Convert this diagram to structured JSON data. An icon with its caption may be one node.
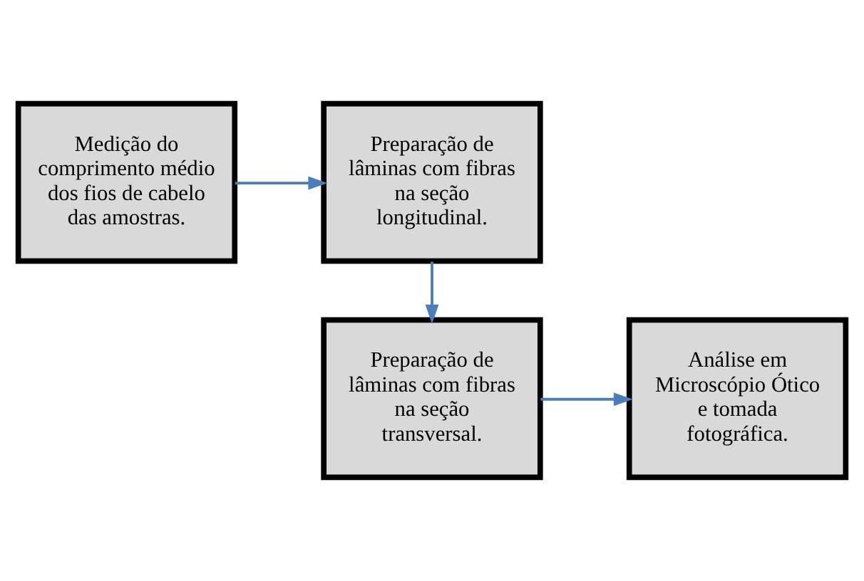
{
  "diagram": {
    "nodes": [
      {
        "text": [
          "Medição do comprimento médio dos fios de cabelo das amostras."
        ]
      },
      {
        "text": [
          "Preparação de lâminas com fibras na seção longitudinal."
        ]
      },
      {
        "text": [
          "Preparação de lâminas com fibras na seção transversal."
        ]
      },
      {
        "text": [
          "Análise em Microscópio Ótico e tomada fotográfica."
        ]
      }
    ],
    "edges": [
      {
        "from": 0,
        "to": 1,
        "arrow": "to"
      },
      {
        "from": 1,
        "to": 2,
        "arrow": "to"
      },
      {
        "from": 2,
        "to": 3,
        "arrow": "to"
      }
    ]
  }
}
